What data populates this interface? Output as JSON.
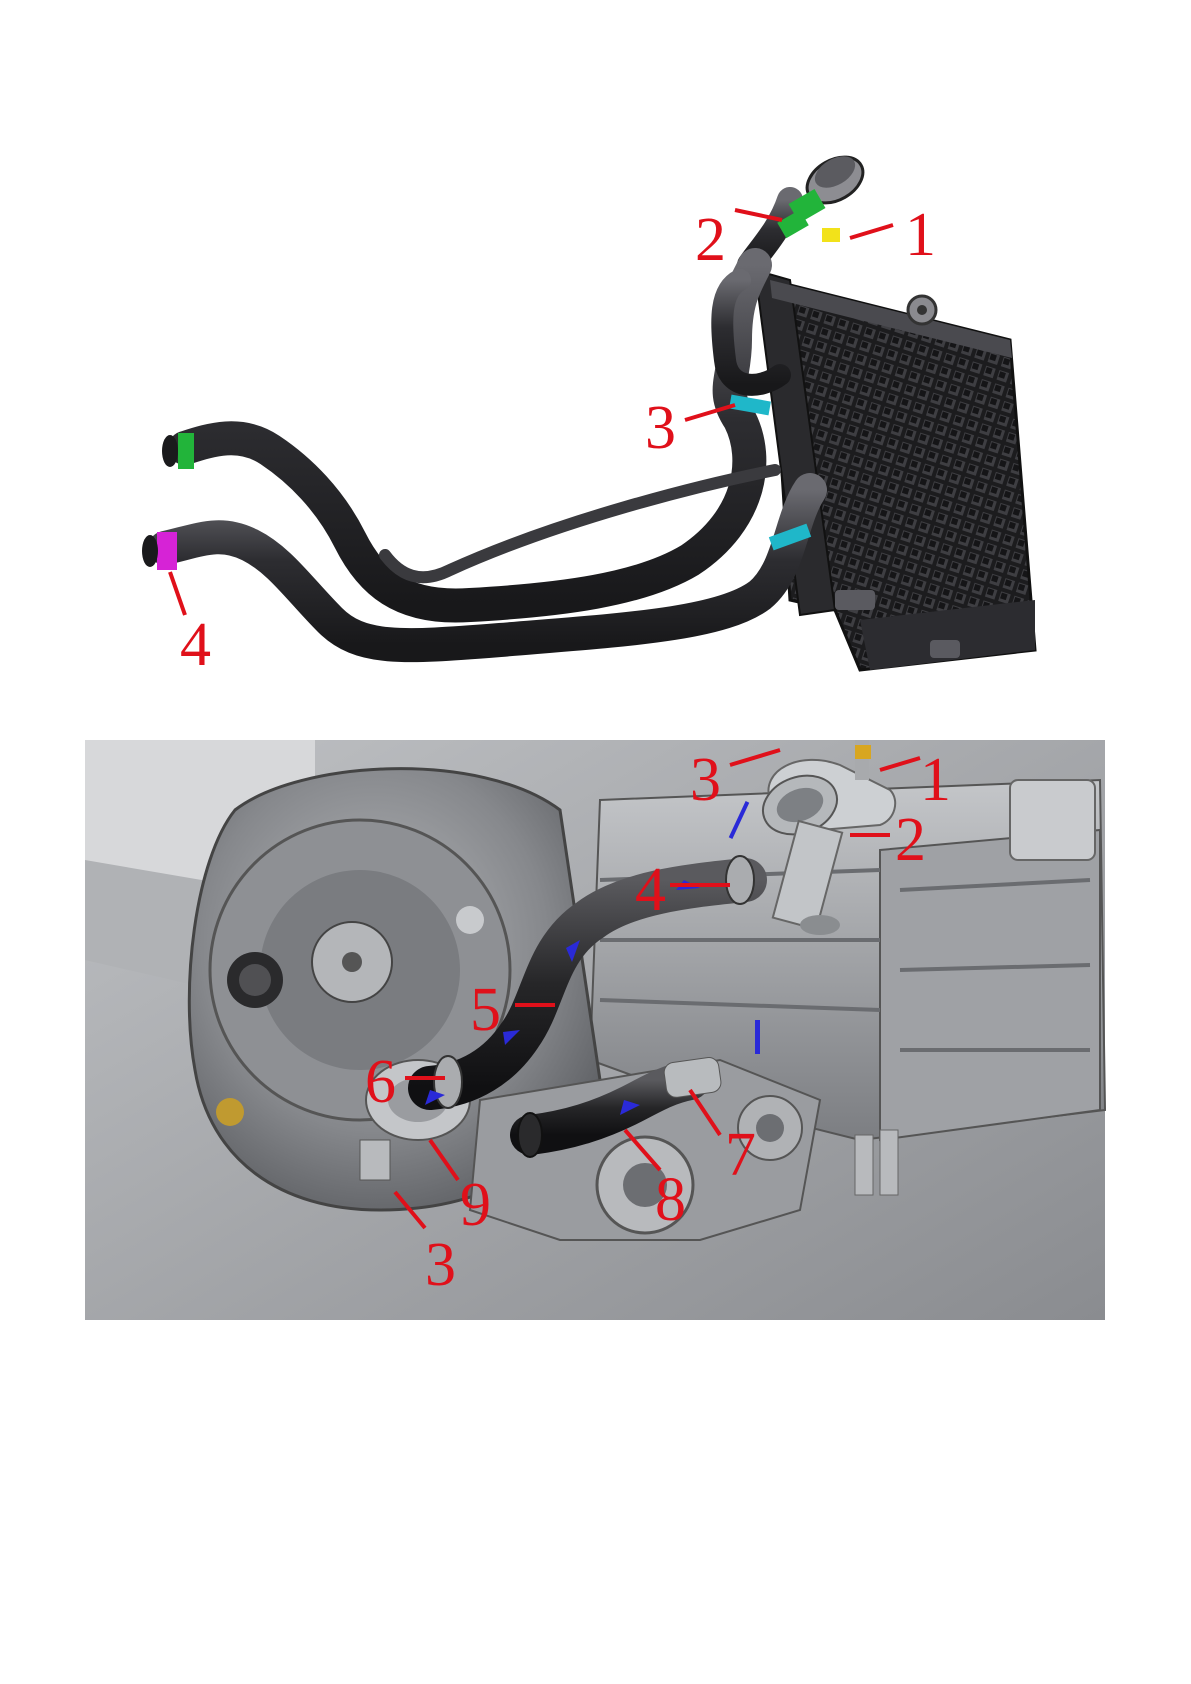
{
  "figures": [
    {
      "id": "radiator-hoses",
      "callouts": [
        {
          "label": "1"
        },
        {
          "label": "2"
        },
        {
          "label": "3"
        },
        {
          "label": "4"
        }
      ]
    },
    {
      "id": "engine-cooling-circuit",
      "callouts": [
        {
          "label": "1"
        },
        {
          "label": "2"
        },
        {
          "label": "3"
        },
        {
          "label": "4"
        },
        {
          "label": "5"
        },
        {
          "label": "6"
        },
        {
          "label": "7"
        },
        {
          "label": "8"
        },
        {
          "label": "9"
        },
        {
          "label": "3"
        }
      ]
    }
  ],
  "colors": {
    "callout": "#e0101a",
    "hose": "#3b3b3f",
    "flow_arrow": "#2a2ad8",
    "clamp_green": "#22b43a",
    "clamp_cyan": "#1fb7c9",
    "clamp_magenta": "#d623d6",
    "clamp_yellow": "#f2e21a"
  }
}
